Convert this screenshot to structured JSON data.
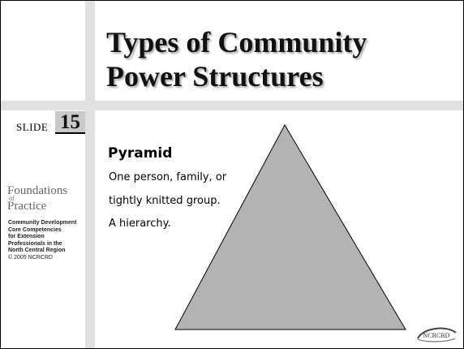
{
  "slide": {
    "title_line1": "Types of Community",
    "title_line2": "Power Structures",
    "label": "SLIDE",
    "number": "15"
  },
  "sidebar": {
    "foundations_word": "Foundations",
    "of_word": "of",
    "practice_word": "Practice",
    "program_lines": [
      "Community Development",
      "Core Competencies",
      "for Extension",
      "Professionals in the",
      "North Central Region"
    ],
    "copyright": "© 2005 NCRCRD"
  },
  "content": {
    "heading": "Pyramid",
    "lines": [
      "One person, family, or",
      "tightly knitted group.",
      "A hierarchy."
    ]
  },
  "logo": {
    "text": "NCRCRD"
  },
  "colors": {
    "stripe": "#e1e1e1",
    "number_box": "#c9c9c9",
    "triangle_fill": "#b3b3b3"
  }
}
